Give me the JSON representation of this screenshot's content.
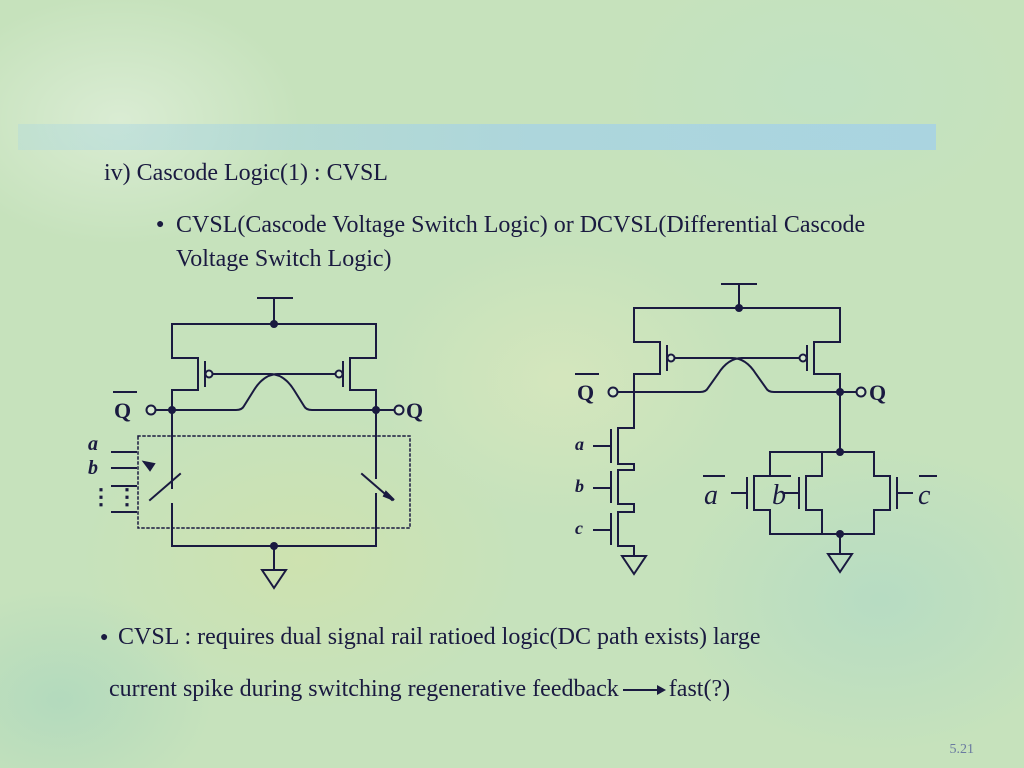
{
  "slide": {
    "heading": "iv) Cascode Logic(1) : CVSL",
    "bullet1": "CVSL(Cascode Voltage Switch Logic) or DCVSL(Differential Cascode Voltage Switch Logic)",
    "bullet2_line1": "CVSL : requires dual signal rail ratioed logic(DC path exists) large",
    "bullet2_line2_before": "current spike during switching regenerative feedback",
    "bullet2_line2_after": "fast(?)",
    "page_number": "5.21"
  },
  "left_circuit": {
    "out_left": "Q",
    "out_right": "Q",
    "in_a": "a",
    "in_b": "b",
    "dots": "⋮"
  },
  "right_circuit": {
    "out_left": "Q",
    "out_right": "Q",
    "in_a": "a",
    "in_b": "b",
    "in_c": "c",
    "in_a_bar": "a",
    "in_b_bar": "b",
    "in_c_bar": "c"
  },
  "colors": {
    "ink": "#1a1a40",
    "background": "#c6e2bc",
    "banner": "#a5d2e6"
  }
}
